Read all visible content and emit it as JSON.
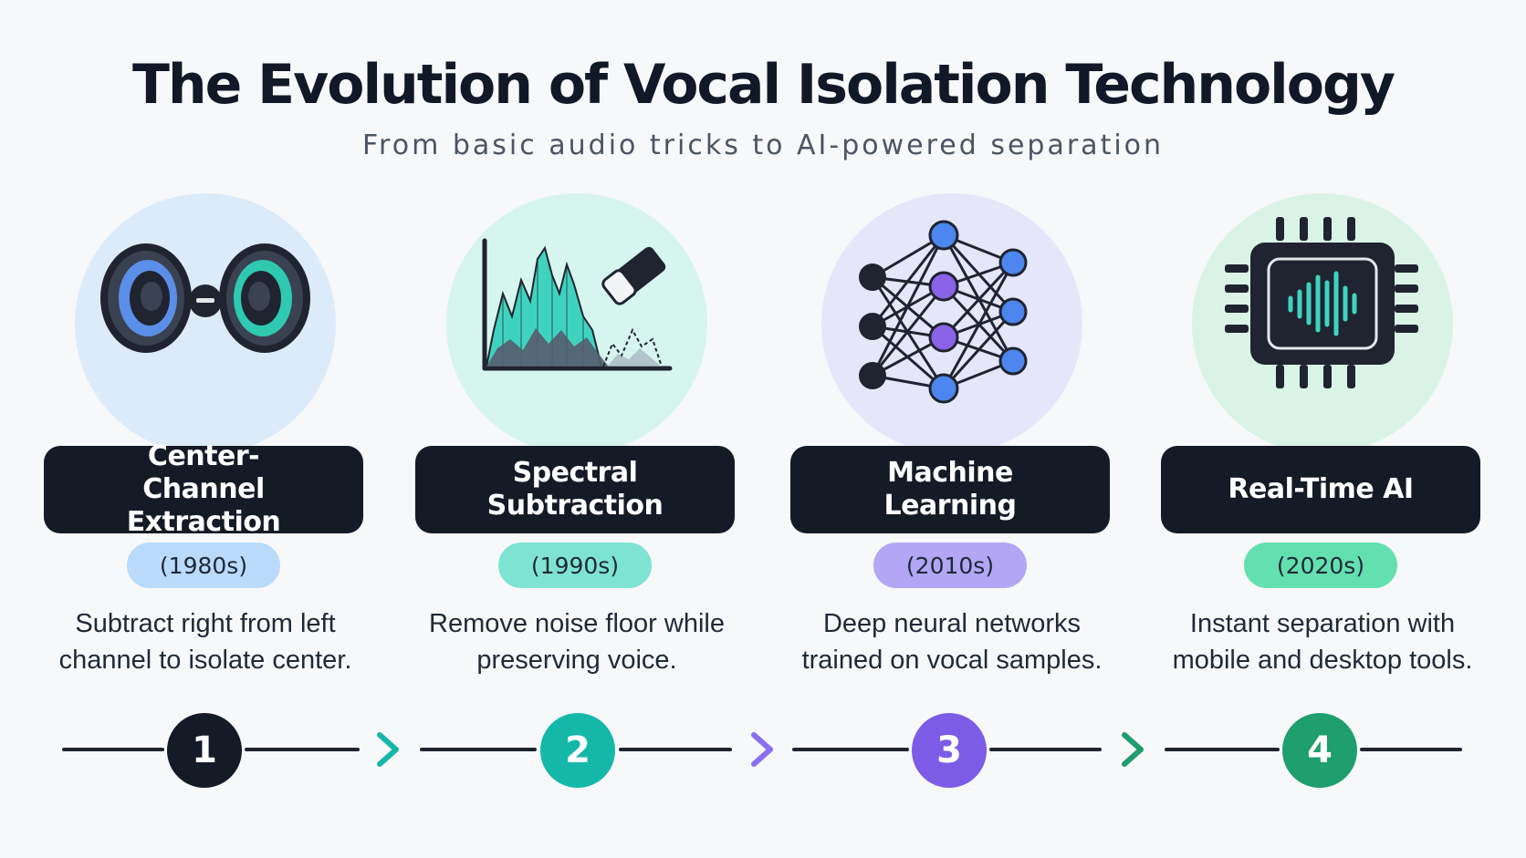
{
  "title": "The Evolution of Vocal Isolation Technology",
  "subtitle": "From basic audio tricks to AI-powered separation",
  "colors": {
    "dark": "#141a26",
    "blue": "#3b82f6",
    "teal": "#14b8a6",
    "purple": "#7c5ce6",
    "green": "#1f9e6e"
  },
  "stages": [
    {
      "name": "Center-Channel Extraction",
      "era": "(1980s)",
      "description": "Subtract right from left channel to isolate center.",
      "step": "1",
      "icon": "speakers-minus-icon",
      "circle_color": "#dcebfa",
      "badge_color": "#b9dafb",
      "step_color": "#141a26"
    },
    {
      "name": "Spectral Subtraction",
      "era": "(1990s)",
      "description": "Remove noise floor while preserving voice.",
      "step": "2",
      "icon": "spectrum-eraser-icon",
      "circle_color": "#d6f5ee",
      "badge_color": "#7fe3d2",
      "step_color": "#15b8a8"
    },
    {
      "name": "Machine Learning",
      "era": "(2010s)",
      "description": "Deep neural networks trained on vocal samples.",
      "step": "3",
      "icon": "neural-network-icon",
      "circle_color": "#e6e6fb",
      "badge_color": "#b3a6f5",
      "step_color": "#7c5ce6"
    },
    {
      "name": "Real-Time AI",
      "era": "(2020s)",
      "description": "Instant separation with mobile and desktop tools.",
      "step": "4",
      "icon": "ai-chip-waveform-icon",
      "circle_color": "#d9f4e6",
      "badge_color": "#63e0b0",
      "step_color": "#1f9e6e"
    }
  ]
}
